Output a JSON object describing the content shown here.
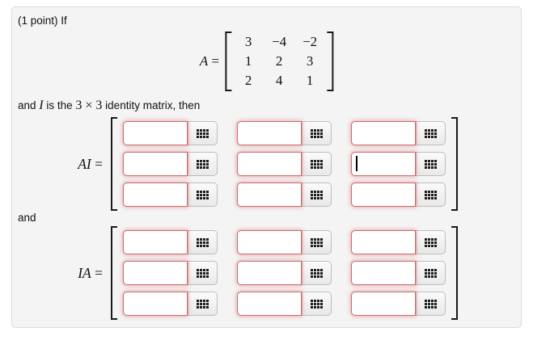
{
  "intro": {
    "text": "(1 point) If"
  },
  "matrix_a": {
    "var": "A",
    "equals": "=",
    "rows": [
      [
        "3",
        "−4",
        "−2"
      ],
      [
        "1",
        "2",
        "3"
      ],
      [
        "2",
        "4",
        "1"
      ]
    ]
  },
  "identity_sentence": {
    "part1": "and ",
    "var": "I",
    "part2": " is the ",
    "dims": "3 × 3",
    "part3": " identity matrix, then"
  },
  "and_label": "and",
  "ai_matrix": {
    "vars": "AI",
    "equals": "=",
    "entries": [
      [
        "",
        "",
        ""
      ],
      [
        "",
        "",
        ""
      ],
      [
        "",
        "",
        ""
      ]
    ],
    "caret": {
      "row": 2,
      "col": 3
    }
  },
  "ia_matrix": {
    "vars": "IA",
    "equals": "=",
    "entries": [
      [
        "",
        "",
        ""
      ],
      [
        "",
        "",
        ""
      ],
      [
        "",
        "",
        ""
      ]
    ]
  },
  "icons": {
    "keypad": "keypad-grid-icon"
  },
  "colors": {
    "panel_bg": "#f4f4f5",
    "panel_border": "#dcdcdc",
    "input_border": "#c76e6e",
    "input_glow": "rgba(231,116,116,0.55)",
    "button_border": "#bdbdbd",
    "icon_color": "#1c1c1c",
    "bracket_color": "#1a1a1a"
  }
}
